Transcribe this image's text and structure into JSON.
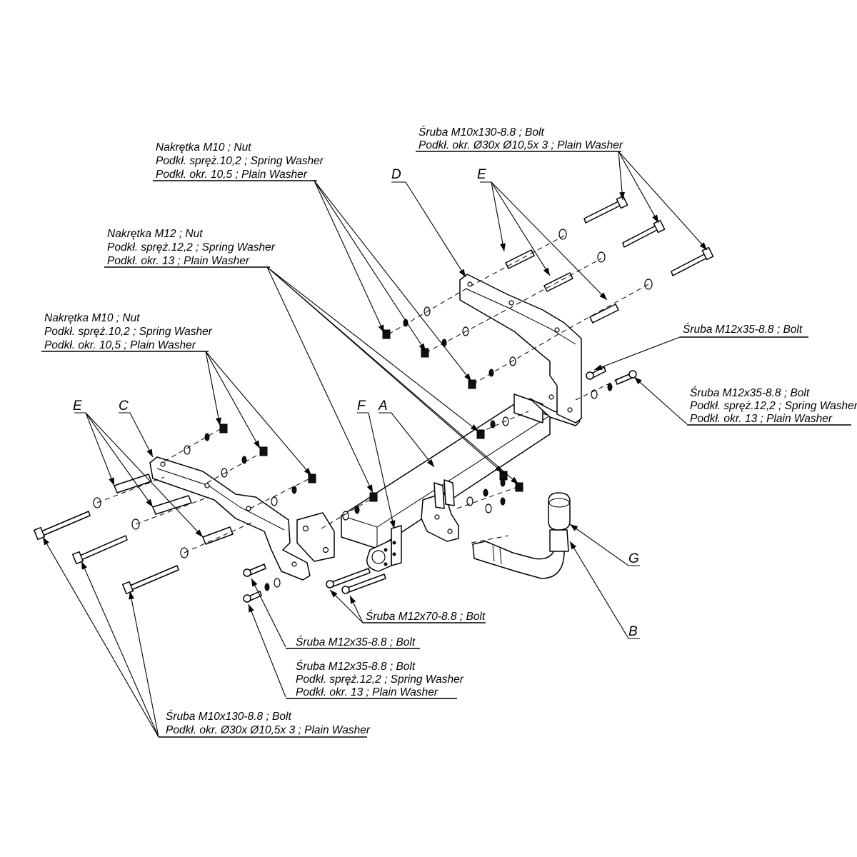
{
  "parts": {
    "A": "A",
    "B": "B",
    "C": "C",
    "D": "D",
    "E_left": "E",
    "E_right": "E",
    "F": "F",
    "G": "G"
  },
  "callouts": [
    {
      "id": "nut-m10-top",
      "lines": [
        "Nakrętka  M10 ; Nut",
        "Podkł. spręż.10,2 ; Spring Washer",
        "Podkł. okr. 10,5 ; Plain Washer"
      ]
    },
    {
      "id": "nut-m12",
      "lines": [
        "Nakrętka  M12 ; Nut",
        "Podkł. spręż.12,2 ; Spring Washer",
        "Podkł. okr. 13 ; Plain Washer"
      ]
    },
    {
      "id": "nut-m10-left",
      "lines": [
        "Nakrętka  M10 ; Nut",
        "Podkł. spręż.10,2 ; Spring Washer",
        "Podkł. okr. 10,5 ; Plain Washer"
      ]
    },
    {
      "id": "bolt-m10x130-top",
      "lines": [
        "Śruba M10x130-8.8 ;  Bolt",
        "Podkł. okr.  Ø30x Ø10,5x 3 ; Plain Washer"
      ]
    },
    {
      "id": "bolt-m12x35-right",
      "lines": [
        "Śruba M12x35-8.8 ;  Bolt"
      ]
    },
    {
      "id": "bolt-m12x35-washers-right",
      "lines": [
        "Śruba M12x35-8.8 ;  Bolt",
        "Podkł. spręż.12,2 ; Spring Washer",
        "Podkł. okr. 13 ; Plain Washer"
      ]
    },
    {
      "id": "bolt-m12x70",
      "lines": [
        "Śruba M12x70-8.8 ;  Bolt"
      ]
    },
    {
      "id": "bolt-m12x35-bottom",
      "lines": [
        "Śruba M12x35-8.8 ;  Bolt"
      ]
    },
    {
      "id": "bolt-m12x35-washers-bottom",
      "lines": [
        "Śruba M12x35-8.8 ;  Bolt",
        "Podkł. spręż.12,2 ; Spring Washer",
        "Podkł. okr. 13 ; Plain Washer"
      ]
    },
    {
      "id": "bolt-m10x130-bottom",
      "lines": [
        "Śruba M10x130-8.8 ;  Bolt",
        "Podkł. okr.  Ø30x Ø10,5x 3 ; Plain Washer"
      ]
    }
  ]
}
